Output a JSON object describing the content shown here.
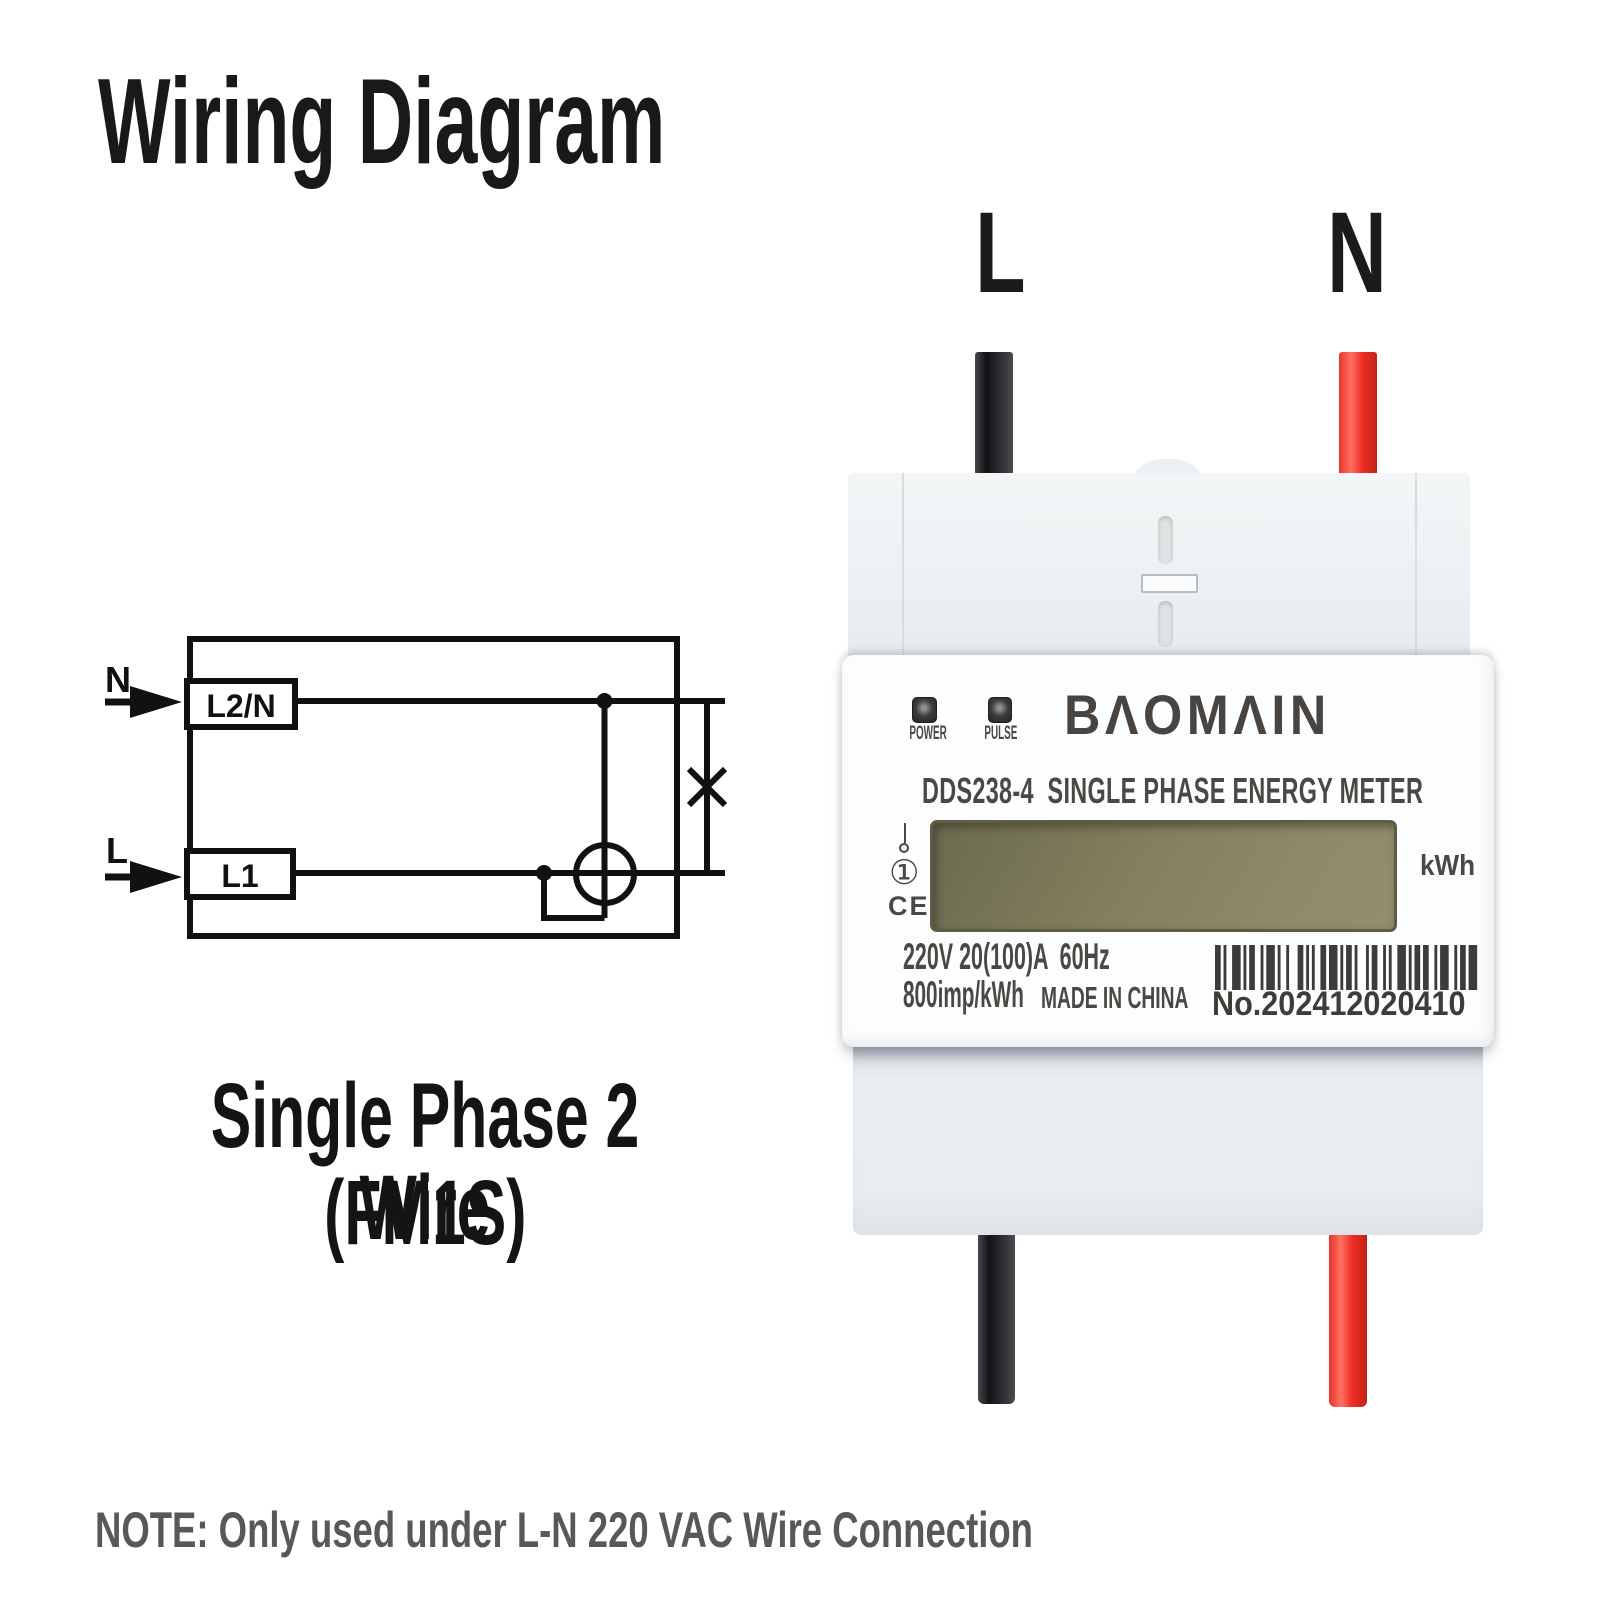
{
  "title": "Wiring Diagram",
  "schematic": {
    "input_n": "N",
    "input_l": "L",
    "terminal_n": "L2/N",
    "terminal_l": "L1",
    "caption1": "Single Phase 2 Wire",
    "caption2": "(FM1S)"
  },
  "meter": {
    "label_l": "L",
    "label_n": "N",
    "led_power": "POWER",
    "led_pulse": "PULSE",
    "brand": "BΛOMΛIN",
    "model": "DDS238-4  SINGLE PHASE ENERGY METER",
    "unit": "kWh",
    "class_icon": "①",
    "ce": "CE",
    "rating": "220V 20(100)A  60Hz",
    "impulse": "800imp/kWh",
    "origin": "MADE IN CHINA",
    "serial": "No.202412020410"
  },
  "note": "NOTE: Only used under L-N 220 VAC Wire Connection",
  "colors": {
    "wire_live": "#17171a",
    "wire_neutral": "#ee3127",
    "lcd": "#84815f",
    "panel_text": "#4b4742",
    "note_text": "#57585a"
  }
}
